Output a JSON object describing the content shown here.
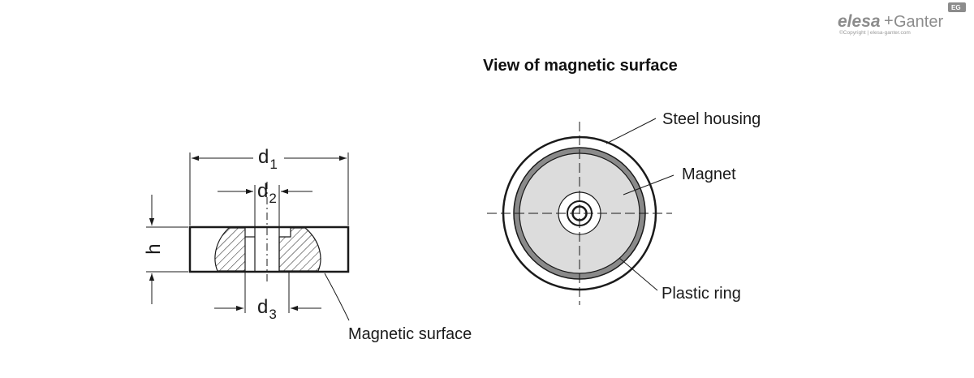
{
  "logo": {
    "brand_left": "elesa",
    "brand_plus": "+",
    "brand_right": "Ganter",
    "badge": "EG",
    "copyright": "©Copyright | elesa-ganter.com"
  },
  "side_view": {
    "dim_d1": "d",
    "dim_d1_sub": "1",
    "dim_d2": "d",
    "dim_d2_sub": "2",
    "dim_d3": "d",
    "dim_d3_sub": "3",
    "dim_h": "h",
    "label_magnetic_surface": "Magnetic surface"
  },
  "front_view": {
    "title": "View of magnetic surface",
    "label_steel_housing": "Steel housing",
    "label_magnet": "Magnet",
    "label_plastic_ring": "Plastic ring"
  },
  "colors": {
    "line": "#1a1a1a",
    "magnet_fill": "#dcdcdc",
    "plastic_ring_fill": "#8a8a8a",
    "logo_gray": "#8c8c8c"
  }
}
